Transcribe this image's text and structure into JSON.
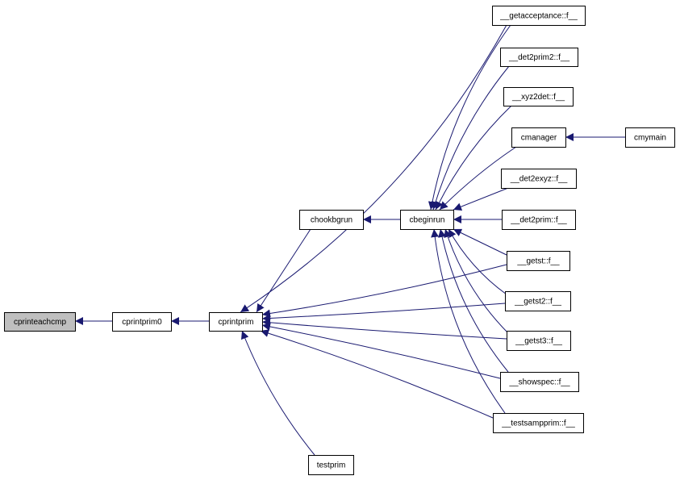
{
  "colors": {
    "edge": "#191970",
    "node_border": "#000000",
    "node_fill": "#ffffff",
    "highlight_fill": "#bfbfbf"
  },
  "nodes": {
    "cprinteachcmp": {
      "label": "cprinteachcmp",
      "highlighted": true
    },
    "cprintprim0": {
      "label": "cprintprim0"
    },
    "cprintprim": {
      "label": "cprintprim"
    },
    "testprim": {
      "label": "testprim"
    },
    "chookbgrun": {
      "label": "chookbgrun"
    },
    "cbeginrun": {
      "label": "cbeginrun"
    },
    "getacceptance": {
      "label": "__getacceptance::f__"
    },
    "det2prim2": {
      "label": "__det2prim2::f__"
    },
    "xyz2det": {
      "label": "__xyz2det::f__"
    },
    "cmanager": {
      "label": "cmanager"
    },
    "cmymain": {
      "label": "cmymain"
    },
    "det2exyz": {
      "label": "__det2exyz::f__"
    },
    "det2prim": {
      "label": "__det2prim::f__"
    },
    "getst": {
      "label": "__getst::f__"
    },
    "getst2": {
      "label": "__getst2::f__"
    },
    "getst3": {
      "label": "__getst3::f__"
    },
    "showspec": {
      "label": "__showspec::f__"
    },
    "testsampprim": {
      "label": "__testsampprim::f__"
    }
  },
  "edges": [
    {
      "from": "cprintprim0",
      "to": "cprinteachcmp"
    },
    {
      "from": "cprintprim",
      "to": "cprintprim0"
    },
    {
      "from": "chookbgrun",
      "to": "cprintprim"
    },
    {
      "from": "testprim",
      "to": "cprintprim"
    },
    {
      "from": "getacceptance",
      "to": "cprintprim"
    },
    {
      "from": "getst",
      "to": "cprintprim"
    },
    {
      "from": "getst2",
      "to": "cprintprim"
    },
    {
      "from": "getst3",
      "to": "cprintprim"
    },
    {
      "from": "showspec",
      "to": "cprintprim"
    },
    {
      "from": "testsampprim",
      "to": "cprintprim"
    },
    {
      "from": "cbeginrun",
      "to": "chookbgrun"
    },
    {
      "from": "getacceptance",
      "to": "cbeginrun"
    },
    {
      "from": "det2prim2",
      "to": "cbeginrun"
    },
    {
      "from": "xyz2det",
      "to": "cbeginrun"
    },
    {
      "from": "cmanager",
      "to": "cbeginrun"
    },
    {
      "from": "det2exyz",
      "to": "cbeginrun"
    },
    {
      "from": "det2prim",
      "to": "cbeginrun"
    },
    {
      "from": "getst",
      "to": "cbeginrun"
    },
    {
      "from": "getst2",
      "to": "cbeginrun"
    },
    {
      "from": "getst3",
      "to": "cbeginrun"
    },
    {
      "from": "showspec",
      "to": "cbeginrun"
    },
    {
      "from": "testsampprim",
      "to": "cbeginrun"
    },
    {
      "from": "cmymain",
      "to": "cmanager"
    }
  ]
}
